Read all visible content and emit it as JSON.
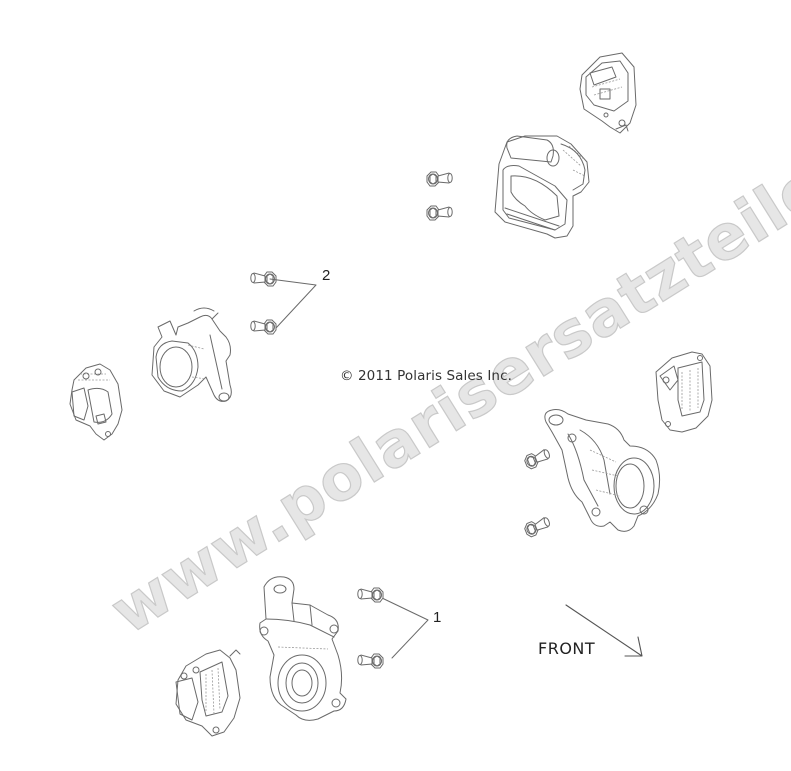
{
  "diagram": {
    "copyright": "© 2011 Polaris Sales Inc.",
    "watermark": "www.polarisersatzteile.de",
    "orientation": {
      "label": "FRONT",
      "arrow_icon": "arrow-down-right"
    },
    "callouts": [
      {
        "number": "1",
        "description": "Bolts (bottom group, 2x)"
      },
      {
        "number": "2",
        "description": "Bolts (middle-left group, 2x)"
      }
    ],
    "parts": [
      {
        "id": "caliper-top-right",
        "type": "brake caliper"
      },
      {
        "id": "bearing-carrier-top",
        "type": "rear bearing carrier / hub housing"
      },
      {
        "id": "bolts-top",
        "type": "flange bolt pair (unnumbered)"
      },
      {
        "id": "bolts-callout-2",
        "type": "flange bolt pair",
        "callout": "2"
      },
      {
        "id": "bearing-carrier-left",
        "type": "rear bearing carrier / hub housing"
      },
      {
        "id": "caliper-left",
        "type": "brake caliper"
      },
      {
        "id": "caliper-right",
        "type": "brake caliper"
      },
      {
        "id": "knuckle-right",
        "type": "steering knuckle"
      },
      {
        "id": "bolts-right",
        "type": "flange bolt pair (unnumbered)"
      },
      {
        "id": "knuckle-bottom",
        "type": "steering knuckle"
      },
      {
        "id": "caliper-bottom",
        "type": "brake caliper"
      },
      {
        "id": "bolts-callout-1",
        "type": "flange bolt pair",
        "callout": "1"
      }
    ],
    "colors": {
      "background": "#ffffff",
      "line_art": "#6a6a6a",
      "text": "#222222",
      "watermark_fill": "#e6e6e6",
      "watermark_stroke": "#c9c9c9"
    }
  }
}
